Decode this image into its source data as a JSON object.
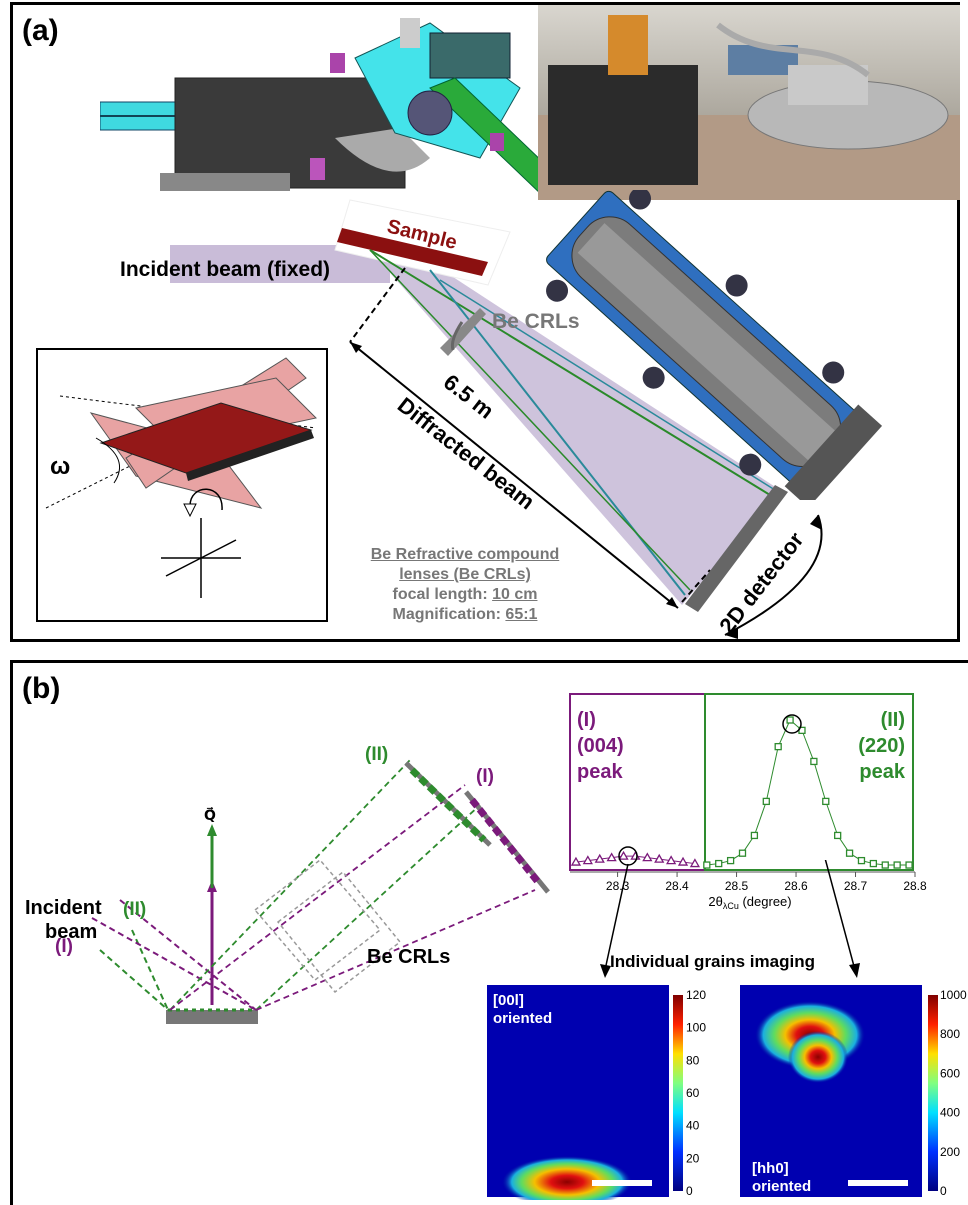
{
  "panel_a": {
    "label": "(a)",
    "sample_label": "Sample",
    "incident_label": "Incident beam (fixed)",
    "crl_label": "Be CRLs",
    "distance_label": "6.5 m",
    "diffracted_label": "Diffracted beam",
    "detector_label": "2D detector",
    "omega_symbol": "ω",
    "lens_info": {
      "title_line1": "Be Refractive compound",
      "title_line2": "lenses (Be CRLs)",
      "focal_prefix": "focal length: ",
      "focal_value": "10 cm",
      "mag_prefix": "Magnification: ",
      "mag_value": "65:1"
    }
  },
  "panel_b": {
    "label": "(b)",
    "incident_line1": "Incident",
    "incident_line2": "beam",
    "beam_I": "(I)",
    "beam_II": "(II)",
    "q_label": "Q⃗",
    "crl_label": "Be CRLs",
    "peak_I": [
      "(I)",
      "(004)",
      "peak"
    ],
    "peak_II": [
      "(II)",
      "(220)",
      "peak"
    ],
    "grains_title": "Individual grains imaging",
    "map_left_label": [
      "[00l]",
      "oriented"
    ],
    "map_right_label": [
      "[hh0]",
      "oriented"
    ],
    "colorbar_left_ticks": [
      "120",
      "100",
      "80",
      "60",
      "40",
      "20",
      "0"
    ],
    "colorbar_right_ticks": [
      "1000",
      "800",
      "600",
      "400",
      "200",
      "0"
    ]
  },
  "colors": {
    "purple": "#7b1a7b",
    "green": "#2e8b2e",
    "sample": "#8b1010",
    "beam_fill": "#c9bcd8",
    "teal": "#2a8a9a"
  },
  "chart_data": {
    "type": "scatter",
    "xlabel": "2θλCu (degree)",
    "xlim": [
      28.22,
      28.8
    ],
    "xticks": [
      "28.3",
      "28.4",
      "28.5",
      "28.6",
      "28.7",
      "28.8"
    ],
    "divider_x": 28.44,
    "series": [
      {
        "name": "(I) (004) peak",
        "marker": "triangle",
        "color": "#7b1a7b",
        "x": [
          28.23,
          28.25,
          28.27,
          28.29,
          28.31,
          28.33,
          28.35,
          28.37,
          28.39,
          28.41,
          28.43
        ],
        "y": [
          0.04,
          0.05,
          0.06,
          0.07,
          0.08,
          0.08,
          0.07,
          0.06,
          0.05,
          0.04,
          0.03
        ]
      },
      {
        "name": "(II) (220) peak",
        "marker": "square",
        "color": "#2e8b2e",
        "x": [
          28.45,
          28.47,
          28.49,
          28.51,
          28.53,
          28.55,
          28.57,
          28.59,
          28.61,
          28.63,
          28.65,
          28.67,
          28.69,
          28.71,
          28.73,
          28.75,
          28.77,
          28.79
        ],
        "y": [
          0.02,
          0.03,
          0.05,
          0.1,
          0.22,
          0.45,
          0.82,
          1.0,
          0.93,
          0.72,
          0.45,
          0.22,
          0.1,
          0.05,
          0.03,
          0.02,
          0.02,
          0.02
        ]
      }
    ]
  }
}
